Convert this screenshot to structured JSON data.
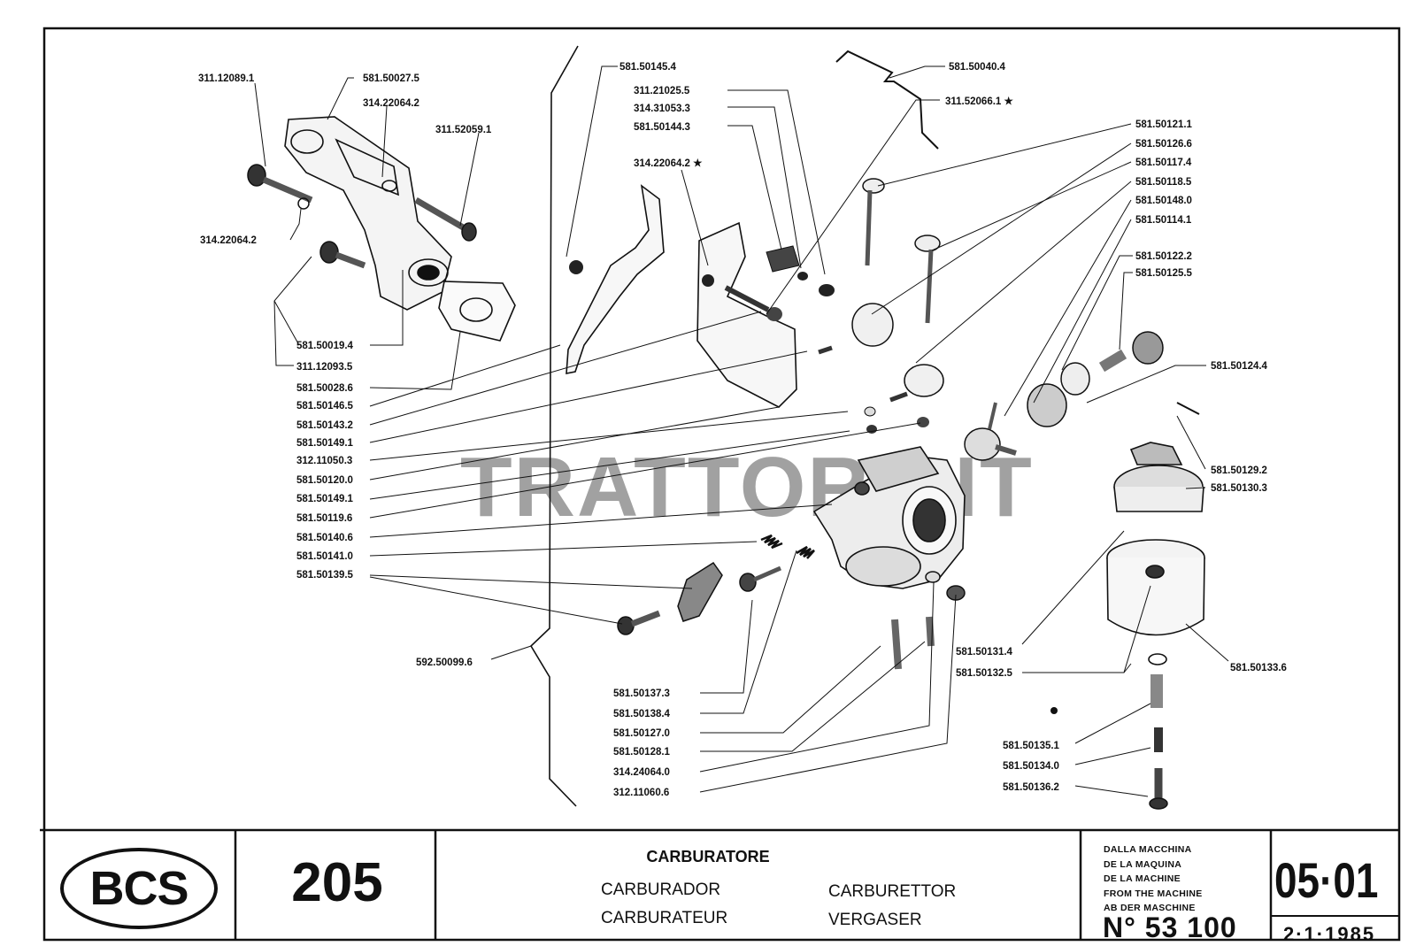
{
  "drawing": {
    "watermark": "TRATTORS.IT",
    "labels_left": [
      "311.12089.1",
      "581.50027.5",
      "314.22064.2",
      "311.52059.1",
      "314.22064.2",
      "581.50019.4",
      "311.12093.5",
      "581.50028.6",
      "581.50146.5",
      "581.50143.2",
      "581.50149.1",
      "312.11050.3",
      "581.50120.0",
      "581.50149.1",
      "581.50119.6",
      "581.50140.6",
      "581.50141.0",
      "581.50139.5",
      "592.50099.6"
    ],
    "labels_top": [
      "581.50145.4",
      "311.21025.5",
      "314.31053.3",
      "581.50144.3",
      "314.22064.2 ★",
      "581.50040.4",
      "311.52066.1 ★"
    ],
    "labels_right": [
      "581.50121.1",
      "581.50126.6",
      "581.50117.4",
      "581.50118.5",
      "581.50148.0",
      "581.50114.1",
      "581.50122.2",
      "581.50125.5",
      "581.50124.4",
      "581.50129.2",
      "581.50130.3",
      "581.50131.4",
      "581.50132.5",
      "581.50133.6",
      "581.50135.1",
      "581.50134.0",
      "581.50136.2"
    ],
    "labels_bottom": [
      "581.50137.3",
      "581.50138.4",
      "581.50127.0",
      "581.50128.1",
      "314.24064.0",
      "312.11060.6"
    ]
  },
  "title_block": {
    "brand": "BCS",
    "model": "205",
    "title": "CARBURATORE",
    "translations": [
      "CARBURADOR",
      "CARBURETTOR",
      "CARBURATEUR",
      "VERGASER"
    ],
    "from_machine": [
      "DALLA MACCHINA",
      "DE LA MAQUINA",
      "DE LA MACHINE",
      "FROM THE MACHINE",
      "AB DER MASCHINE"
    ],
    "machine_no": "N° 53 100",
    "page_code": "05·01",
    "date": "2·1·1985"
  }
}
